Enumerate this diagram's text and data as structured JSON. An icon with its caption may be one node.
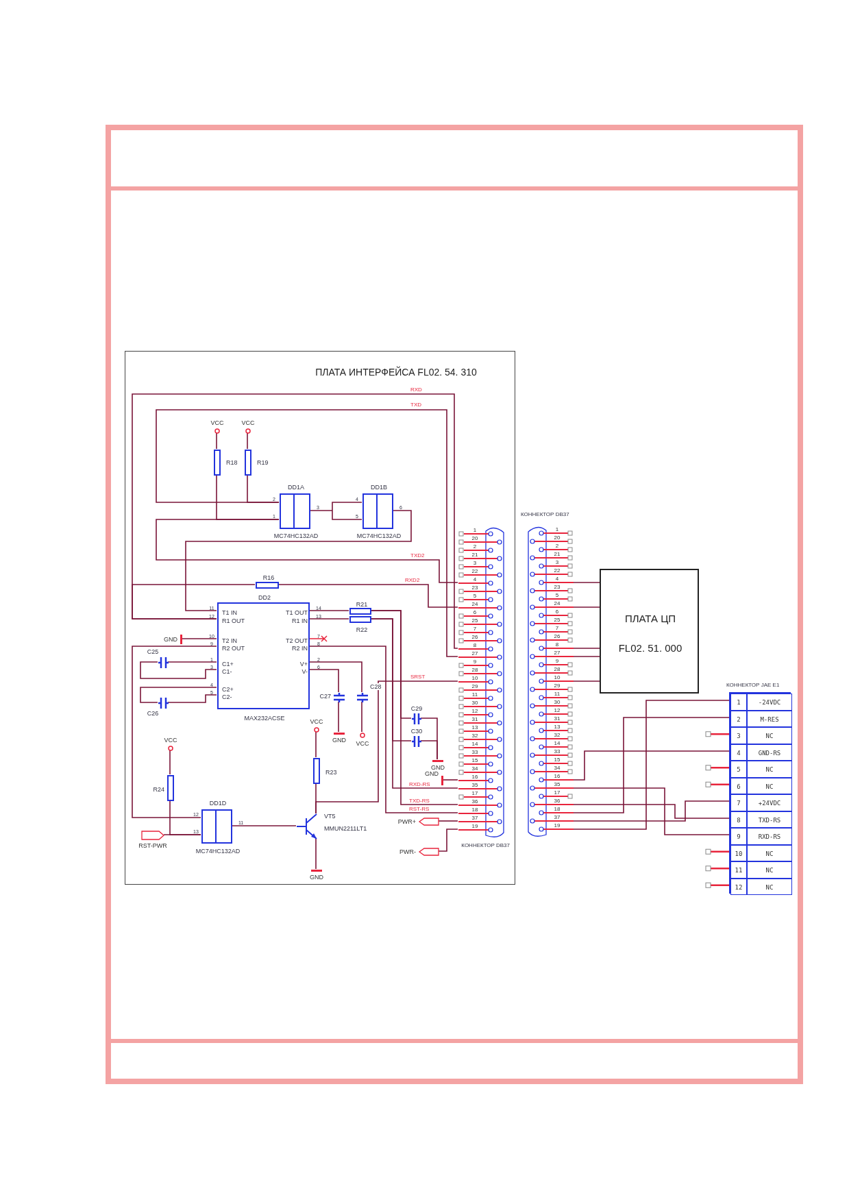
{
  "diagram": {
    "nodes": [
      {
        "text": [
          "ПЛАТА ИНТЕРФЕЙСА FL02. 54. 310"
        ]
      },
      {
        "text": [
          "VCC"
        ],
        "in": 0
      },
      {
        "text": [
          "VCC"
        ],
        "in": 0
      },
      {
        "text": [
          "R18"
        ],
        "in": 0
      },
      {
        "text": [
          "R19"
        ],
        "in": 0
      },
      {
        "text": [
          "DD1A",
          "MC74HC132AD"
        ],
        "beside": [
          "2",
          "1",
          "3"
        ],
        "in": 0
      },
      {
        "text": [
          "DD1B",
          "MC74HC132AD"
        ],
        "beside": [
          "4",
          "5",
          "6"
        ],
        "in": 0
      },
      {
        "text": [
          "R16"
        ],
        "in": 0
      },
      {
        "text": [
          "DD2",
          "T1 IN",
          "R1 OUT",
          "T2 IN",
          "R2 OUT",
          "C1+",
          "C1-",
          "C2+",
          "C2-",
          "T1 OUT",
          "R1 IN",
          "T2 OUT",
          "R2 IN",
          "V+",
          "V-",
          "MAX232ACSE"
        ],
        "beside": [
          "11",
          "12",
          "10",
          "9",
          "1",
          "3",
          "4",
          "5",
          "14",
          "13",
          "7",
          "8",
          "2",
          "6"
        ],
        "in": 0
      },
      {
        "text": [
          "R21"
        ],
        "in": 0
      },
      {
        "text": [
          "R22"
        ],
        "in": 0
      },
      {
        "text": [
          "GND"
        ],
        "in": 0
      },
      {
        "text": [
          "C25"
        ],
        "in": 0
      },
      {
        "text": [
          "C26"
        ],
        "in": 0
      },
      {
        "text": [
          "C27"
        ],
        "in": 0
      },
      {
        "text": [
          "C28"
        ],
        "in": 0
      },
      {
        "text": [
          "GND"
        ],
        "in": 0
      },
      {
        "text": [
          "VCC"
        ],
        "in": 0
      },
      {
        "text": [
          "C29"
        ],
        "in": 0
      },
      {
        "text": [
          "C30"
        ],
        "in": 0
      },
      {
        "text": [
          "GND"
        ],
        "in": 0
      },
      {
        "text": [
          "VCC"
        ],
        "in": 0
      },
      {
        "text": [
          "R24"
        ],
        "in": 0
      },
      {
        "text": [
          "DD1D",
          "MC74HC132AD"
        ],
        "beside": [
          "12",
          "13",
          "11"
        ],
        "in": 0
      },
      {
        "text": [
          "RST-PWR"
        ],
        "in": 0
      },
      {
        "text": [
          "VCC"
        ],
        "in": 0
      },
      {
        "text": [
          "R23"
        ],
        "in": 0
      },
      {
        "text": [
          "VT5",
          "MMUN2211LT1"
        ],
        "in": 0
      },
      {
        "text": [
          "GND"
        ],
        "in": 0
      },
      {
        "text": [
          "GND"
        ],
        "in": 0
      },
      {
        "text": [
          "PWR+"
        ],
        "in": 0
      },
      {
        "text": [
          "PWR-"
        ],
        "in": 0
      },
      {
        "text": [
          "1",
          "20",
          "2",
          "21",
          "3",
          "22",
          "4",
          "23",
          "5",
          "24",
          "6",
          "25",
          "7",
          "26",
          "8",
          "27",
          "9",
          "28",
          "10",
          "29",
          "11",
          "30",
          "12",
          "31",
          "13",
          "32",
          "14",
          "33",
          "15",
          "34",
          "16",
          "35",
          "17",
          "36",
          "18",
          "37",
          "19"
        ],
        "beside": [
          "КОННЕКТОР DB37"
        ],
        "in": 0
      },
      {
        "text": [
          "1",
          "20",
          "2",
          "21",
          "3",
          "22",
          "4",
          "23",
          "5",
          "24",
          "6",
          "25",
          "7",
          "26",
          "8",
          "27",
          "9",
          "28",
          "10",
          "29",
          "11",
          "30",
          "12",
          "31",
          "13",
          "32",
          "14",
          "33",
          "15",
          "34",
          "16",
          "35",
          "17",
          "36",
          "18",
          "37",
          "19"
        ],
        "beside": [
          "КОННЕКТОР DB37"
        ]
      },
      {
        "text": [
          "ПЛАТА ЦП",
          "FL02. 51. 000"
        ]
      },
      {
        "text": [
          "КОННЕКТОР JAE E1"
        ]
      },
      {
        "text": [
          "1",
          "-24VDC"
        ],
        "in": 35
      },
      {
        "text": [
          "2",
          "M-RES"
        ],
        "in": 35
      },
      {
        "text": [
          "3",
          "NC"
        ],
        "in": 35
      },
      {
        "text": [
          "4",
          "GND-RS"
        ],
        "in": 35
      },
      {
        "text": [
          "5",
          "NC"
        ],
        "in": 35
      },
      {
        "text": [
          "6",
          "NC"
        ],
        "in": 35
      },
      {
        "text": [
          "7",
          "+24VDC"
        ],
        "in": 35
      },
      {
        "text": [
          "8",
          "TXD-RS"
        ],
        "in": 35
      },
      {
        "text": [
          "9",
          "RXD-RS"
        ],
        "in": 35
      },
      {
        "text": [
          "10",
          "NC"
        ],
        "in": 35
      },
      {
        "text": [
          "11",
          "NC"
        ],
        "in": 35
      },
      {
        "text": [
          "12",
          "NC"
        ],
        "in": 35
      }
    ],
    "edges": [
      {
        "from": 1,
        "to": 3,
        "arrow": "none"
      },
      {
        "from": 2,
        "to": 4,
        "arrow": "none"
      },
      {
        "from": 4,
        "to": 5,
        "arrow": "none"
      },
      {
        "from": 3,
        "to": 5,
        "arrow": "none"
      },
      {
        "from": 5,
        "to": 6,
        "arrow": "none"
      },
      {
        "from": 6,
        "to": 8,
        "arrow": "none"
      },
      {
        "from": 5,
        "to": 32,
        "arrow": "none",
        "label": "TXD"
      },
      {
        "from": 5,
        "to": 32,
        "arrow": "none",
        "label": "TXD2"
      },
      {
        "from": 8,
        "to": 32,
        "arrow": "none",
        "label": "RXD"
      },
      {
        "from": 8,
        "to": 7,
        "arrow": "none"
      },
      {
        "from": 7,
        "to": 32,
        "arrow": "none",
        "label": "RXD2"
      },
      {
        "from": 8,
        "to": 9,
        "arrow": "none"
      },
      {
        "from": 8,
        "to": 10,
        "arrow": "none"
      },
      {
        "from": 9,
        "to": 32,
        "arrow": "none",
        "label": "TXD-RS"
      },
      {
        "from": 10,
        "to": 32,
        "arrow": "none",
        "label": "RXD-RS"
      },
      {
        "from": 11,
        "to": 8,
        "arrow": "none"
      },
      {
        "from": 12,
        "to": 8,
        "arrow": "none"
      },
      {
        "from": 13,
        "to": 8,
        "arrow": "none"
      },
      {
        "from": 8,
        "to": 15,
        "arrow": "none"
      },
      {
        "from": 8,
        "to": 14,
        "arrow": "none"
      },
      {
        "from": 14,
        "to": 16,
        "arrow": "none"
      },
      {
        "from": 15,
        "to": 17,
        "arrow": "none"
      },
      {
        "from": 8,
        "to": 32,
        "arrow": "none",
        "label": "RST-RS"
      },
      {
        "from": 8,
        "to": 23,
        "arrow": "none"
      },
      {
        "from": 21,
        "to": 22,
        "arrow": "none"
      },
      {
        "from": 22,
        "to": 23,
        "arrow": "none"
      },
      {
        "from": 24,
        "to": 23,
        "arrow": "none"
      },
      {
        "from": 23,
        "to": 27,
        "arrow": "none"
      },
      {
        "from": 25,
        "to": 26,
        "arrow": "none"
      },
      {
        "from": 26,
        "to": 27,
        "arrow": "none"
      },
      {
        "from": 27,
        "to": 28,
        "arrow": "none"
      },
      {
        "from": 27,
        "to": 32,
        "arrow": "none",
        "label": "SRST"
      },
      {
        "from": 18,
        "to": 9,
        "arrow": "none"
      },
      {
        "from": 19,
        "to": 10,
        "arrow": "none"
      },
      {
        "from": 18,
        "to": 20,
        "arrow": "none"
      },
      {
        "from": 19,
        "to": 20,
        "arrow": "none"
      },
      {
        "from": 29,
        "to": 32,
        "arrow": "none"
      },
      {
        "from": 30,
        "to": 32,
        "arrow": "none"
      },
      {
        "from": 31,
        "to": 32,
        "arrow": "none"
      },
      {
        "from": 33,
        "to": 34,
        "arrow": "none"
      },
      {
        "from": 33,
        "to": 34,
        "arrow": "none"
      },
      {
        "from": 33,
        "to": 34,
        "arrow": "none"
      },
      {
        "from": 33,
        "to": 34,
        "arrow": "none"
      },
      {
        "from": 33,
        "to": 34,
        "arrow": "none"
      },
      {
        "from": 33,
        "to": 36,
        "arrow": "none"
      },
      {
        "from": 33,
        "to": 37,
        "arrow": "none"
      },
      {
        "from": 33,
        "to": 39,
        "arrow": "none"
      },
      {
        "from": 33,
        "to": 42,
        "arrow": "none"
      },
      {
        "from": 33,
        "to": 43,
        "arrow": "none"
      },
      {
        "from": 33,
        "to": 44,
        "arrow": "none"
      },
      {
        "from": 12,
        "to": 8,
        "arrow": "none"
      },
      {
        "from": 13,
        "to": 8,
        "arrow": "none"
      }
    ]
  }
}
